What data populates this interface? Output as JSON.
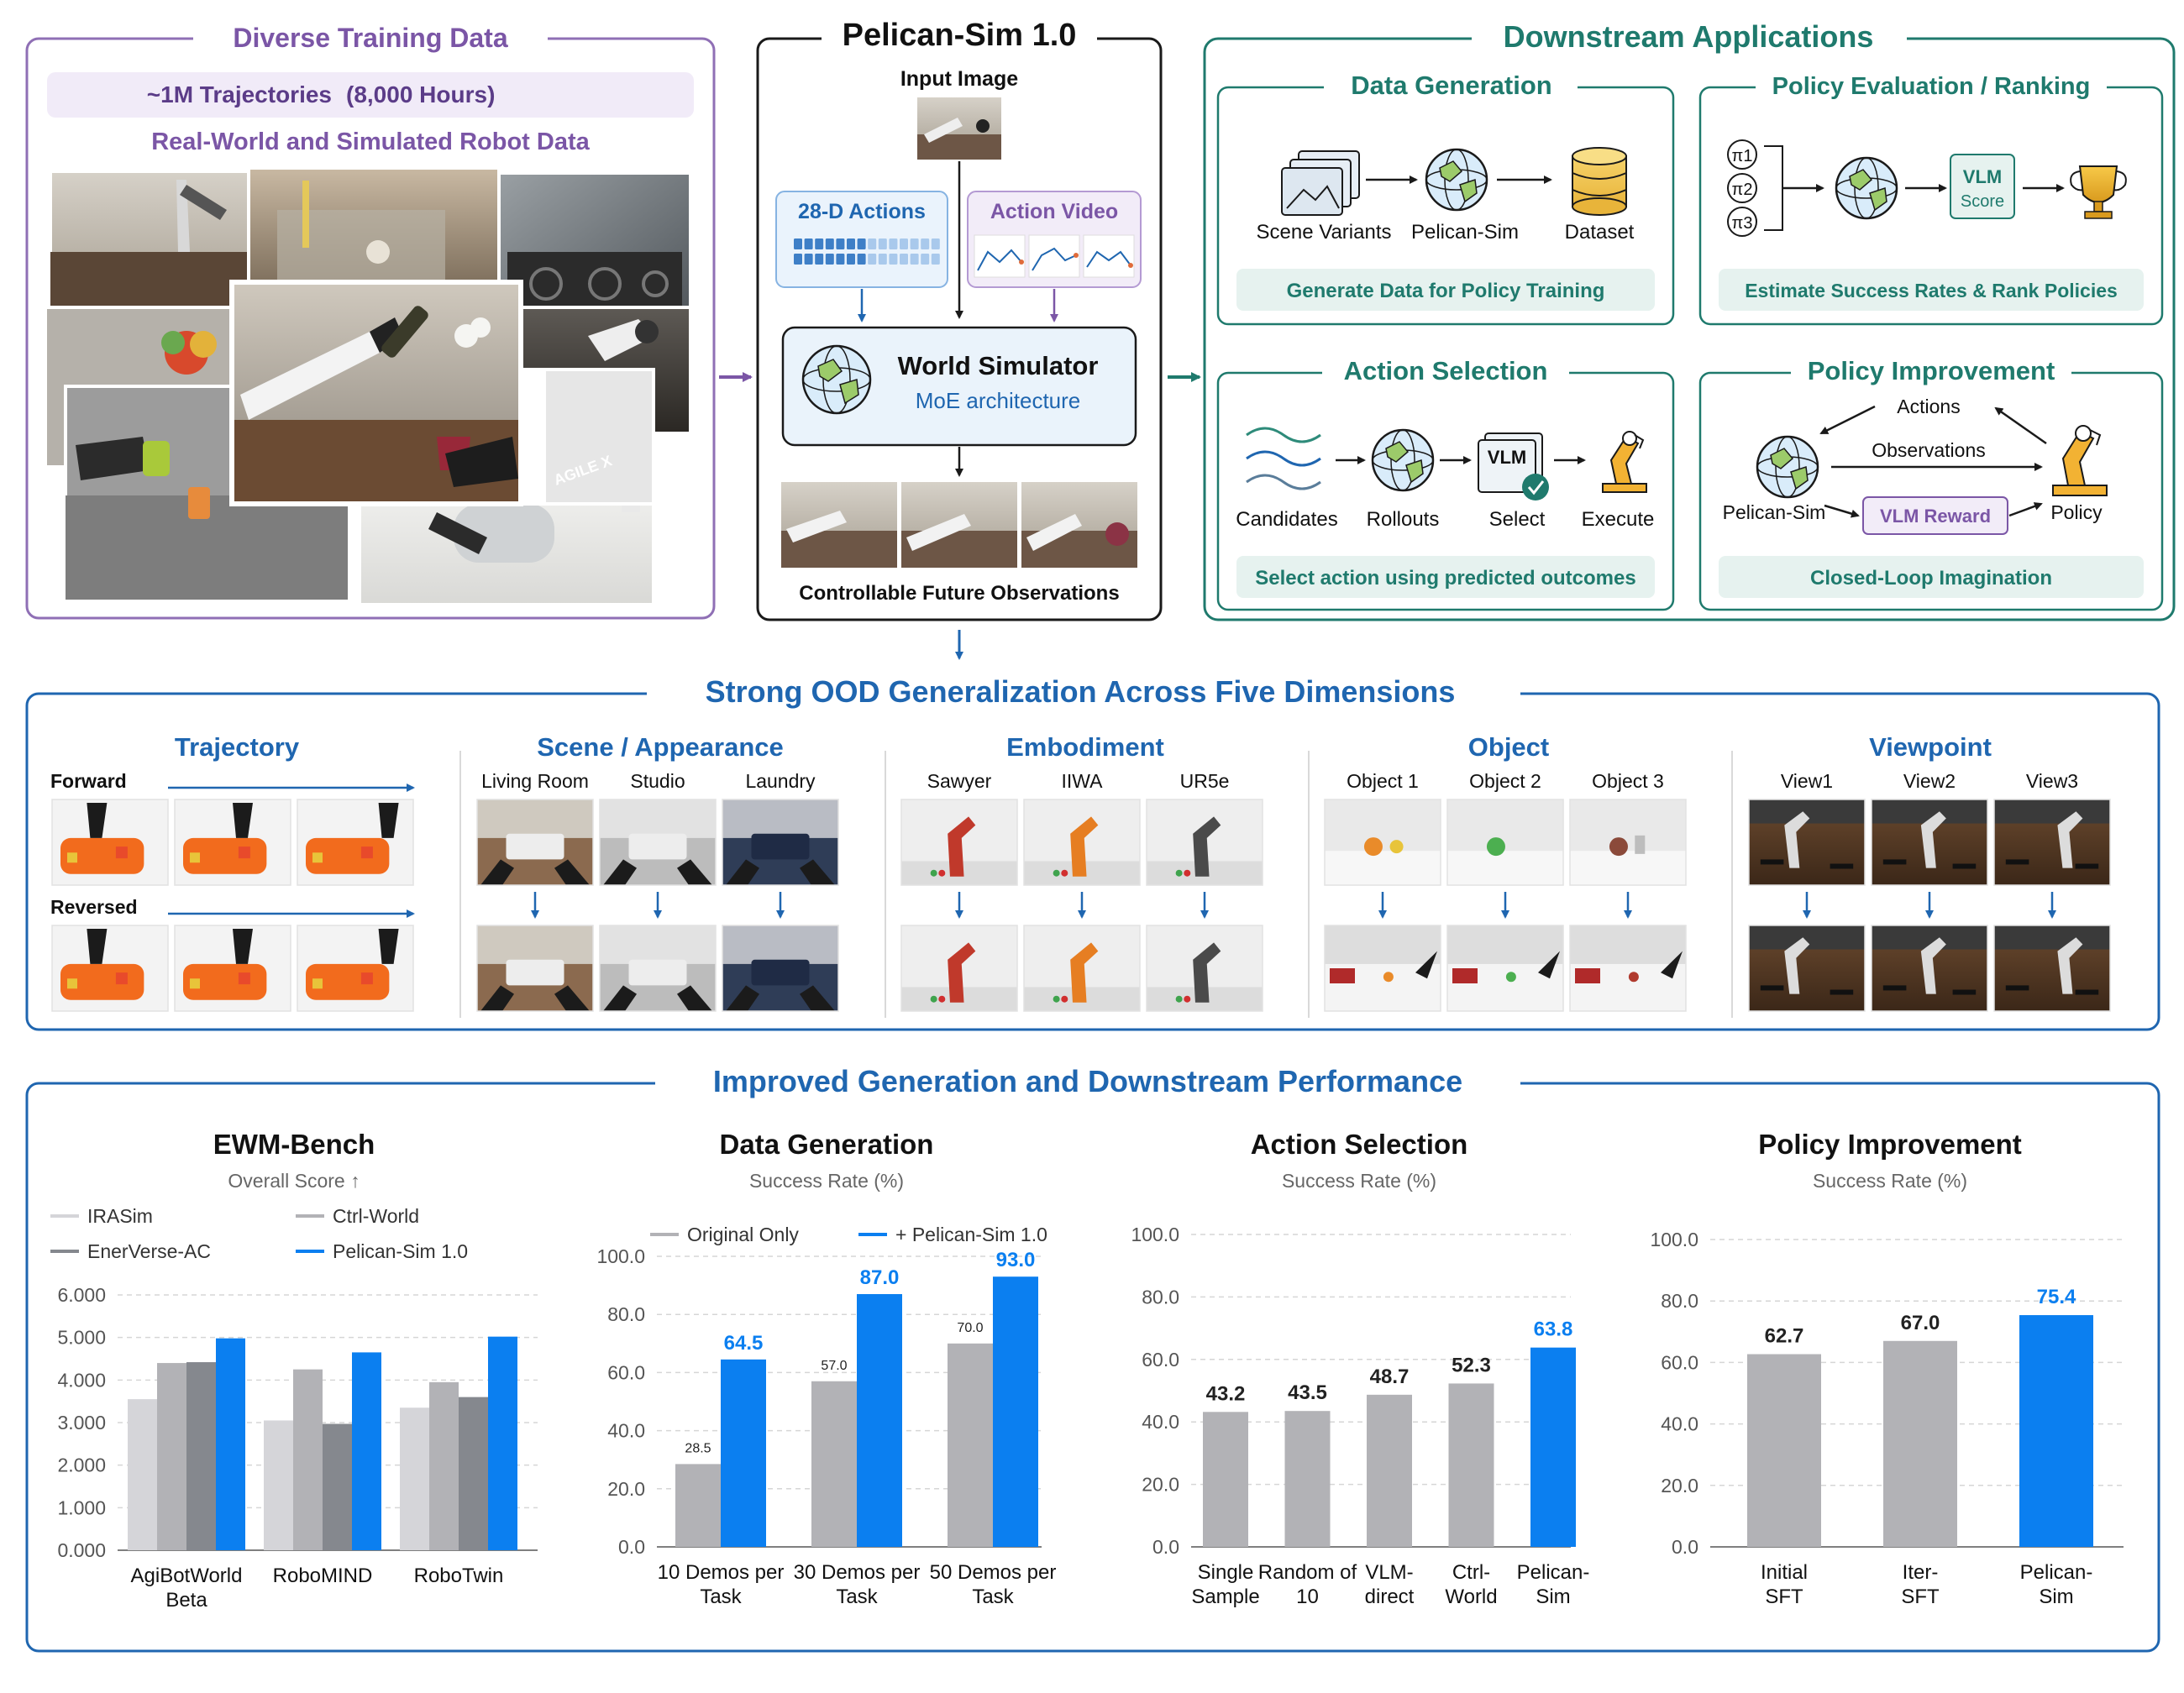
{
  "colors": {
    "purple": "#7B56A6",
    "darkpurple": "#5B3C88",
    "teal": "#1F7A6D",
    "blue": "#1F66B0",
    "bright": "#0B7FF0",
    "gray": "#B2B2B6",
    "light": "#D5D5D9",
    "dark": "#85888E",
    "ink": "#111111"
  },
  "training": {
    "title": "Diverse Training Data",
    "trajectories": "~1M Trajectories",
    "hours": "(8,000 Hours)",
    "subtitle": "Real-World and Simulated Robot Data",
    "brand": "AGILE X"
  },
  "sim": {
    "title": "Pelican-Sim 1.0",
    "input_label": "Input Image",
    "actions_label": "28-D Actions",
    "video_label": "Action Video",
    "core_title": "World Simulator",
    "core_sub": "MoE architecture",
    "output_label": "Controllable Future Observations"
  },
  "downstream": {
    "title": "Downstream Applications",
    "data_gen": {
      "title": "Data Generation",
      "items": [
        "Scene Variants",
        "Pelican-Sim",
        "Dataset"
      ],
      "banner": "Generate Data for Policy Training"
    },
    "policy_eval": {
      "title": "Policy Evaluation / Ranking",
      "pis": [
        "π1",
        "π2",
        "π3"
      ],
      "vlm": "VLM",
      "score": "Score",
      "banner": "Estimate Success Rates & Rank Policies"
    },
    "action_sel": {
      "title": "Action Selection",
      "items": [
        "Candidates",
        "Rollouts",
        "Select",
        "Execute"
      ],
      "vlm": "VLM",
      "banner": "Select action using predicted outcomes"
    },
    "policy_imp": {
      "title": "Policy Improvement",
      "actions": "Actions",
      "observations": "Observations",
      "sim": "Pelican-Sim",
      "policy": "Policy",
      "reward": "VLM Reward",
      "banner": "Closed-Loop Imagination"
    }
  },
  "ood": {
    "title": "Strong OOD Generalization Across Five Dimensions",
    "trajectory": {
      "title": "Trajectory",
      "forward": "Forward",
      "reversed": "Reversed"
    },
    "scene": {
      "title": "Scene / Appearance",
      "cols": [
        "Living Room",
        "Studio",
        "Laundry"
      ]
    },
    "embodiment": {
      "title": "Embodiment",
      "cols": [
        "Sawyer",
        "IIWA",
        "UR5e"
      ]
    },
    "object": {
      "title": "Object",
      "cols": [
        "Object 1",
        "Object 2",
        "Object 3"
      ]
    },
    "viewpoint": {
      "title": "Viewpoint",
      "cols": [
        "View1",
        "View2",
        "View3"
      ]
    }
  },
  "perf": {
    "title": "Improved Generation and Downstream Performance"
  },
  "chart_data": [
    {
      "type": "bar",
      "title": "EWM-Bench",
      "subtitle": "Overall Score ↑",
      "categories": [
        "AgiBotWorld Beta",
        "RoboMIND",
        "RoboTwin"
      ],
      "series": [
        {
          "name": "IRASim",
          "values": [
            3.55,
            3.05,
            3.35
          ]
        },
        {
          "name": "Ctrl-World",
          "values": [
            4.4,
            4.25,
            3.95
          ]
        },
        {
          "name": "EnerVerse-AC",
          "values": [
            4.42,
            2.97,
            3.6
          ]
        },
        {
          "name": "Pelican-Sim 1.0",
          "values": [
            4.98,
            4.65,
            5.02
          ]
        }
      ],
      "yticks": [
        "0.000",
        "1.000",
        "2.000",
        "3.000",
        "4.000",
        "5.000",
        "6.000"
      ],
      "ylim": [
        0,
        6
      ]
    },
    {
      "type": "bar",
      "title": "Data Generation",
      "subtitle": "Success Rate (%)",
      "categories": [
        "10 Demos per Task",
        "30 Demos per Task",
        "50 Demos per Task"
      ],
      "series": [
        {
          "name": "Original Only",
          "values": [
            28.5,
            57.0,
            70.0
          ],
          "labels": [
            "28.5",
            "57.0",
            "70.0"
          ]
        },
        {
          "name": "+ Pelican-Sim 1.0",
          "values": [
            64.5,
            87.0,
            93.0
          ],
          "labels": [
            "64.5",
            "87.0",
            "93.0"
          ]
        }
      ],
      "yticks": [
        "0.0",
        "20.0",
        "40.0",
        "60.0",
        "80.0",
        "100.0"
      ],
      "ylim": [
        0,
        100
      ]
    },
    {
      "type": "bar",
      "title": "Action Selection",
      "subtitle": "Success Rate (%)",
      "categories": [
        "Single Sample",
        "Random of 10",
        "VLM- direct",
        "Ctrl- World",
        "Pelican- Sim"
      ],
      "values": [
        43.2,
        43.5,
        48.7,
        52.3,
        63.8
      ],
      "labels": [
        "43.2",
        "43.5",
        "48.7",
        "52.3",
        "63.8"
      ],
      "yticks": [
        "0.0",
        "20.0",
        "40.0",
        "60.0",
        "80.0",
        "100.0"
      ],
      "ylim": [
        0,
        100
      ]
    },
    {
      "type": "bar",
      "title": "Policy Improvement",
      "subtitle": "Success Rate (%)",
      "categories": [
        "Initial SFT",
        "Iter- SFT",
        "Pelican- Sim"
      ],
      "values": [
        62.7,
        67.0,
        75.4
      ],
      "labels": [
        "62.7",
        "67.0",
        "75.4"
      ],
      "yticks": [
        "0.0",
        "20.0",
        "40.0",
        "60.0",
        "80.0",
        "100.0"
      ],
      "ylim": [
        0,
        100
      ]
    }
  ]
}
